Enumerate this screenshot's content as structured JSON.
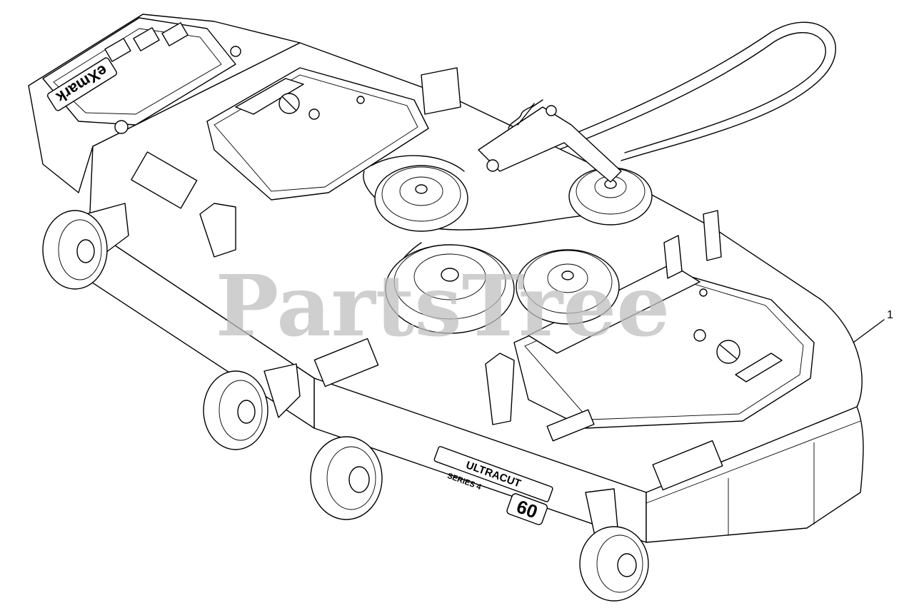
{
  "watermark": "PartsTree",
  "callouts": [
    {
      "label": "1"
    }
  ],
  "deck": {
    "brand_logo": "eXmark",
    "model_badge_name": "ULTRACUT",
    "model_badge_series": "SERIES 4",
    "model_badge_size": "60"
  },
  "colors": {
    "line": "#000000",
    "background": "#ffffff",
    "watermark": "#bfbfbf"
  }
}
